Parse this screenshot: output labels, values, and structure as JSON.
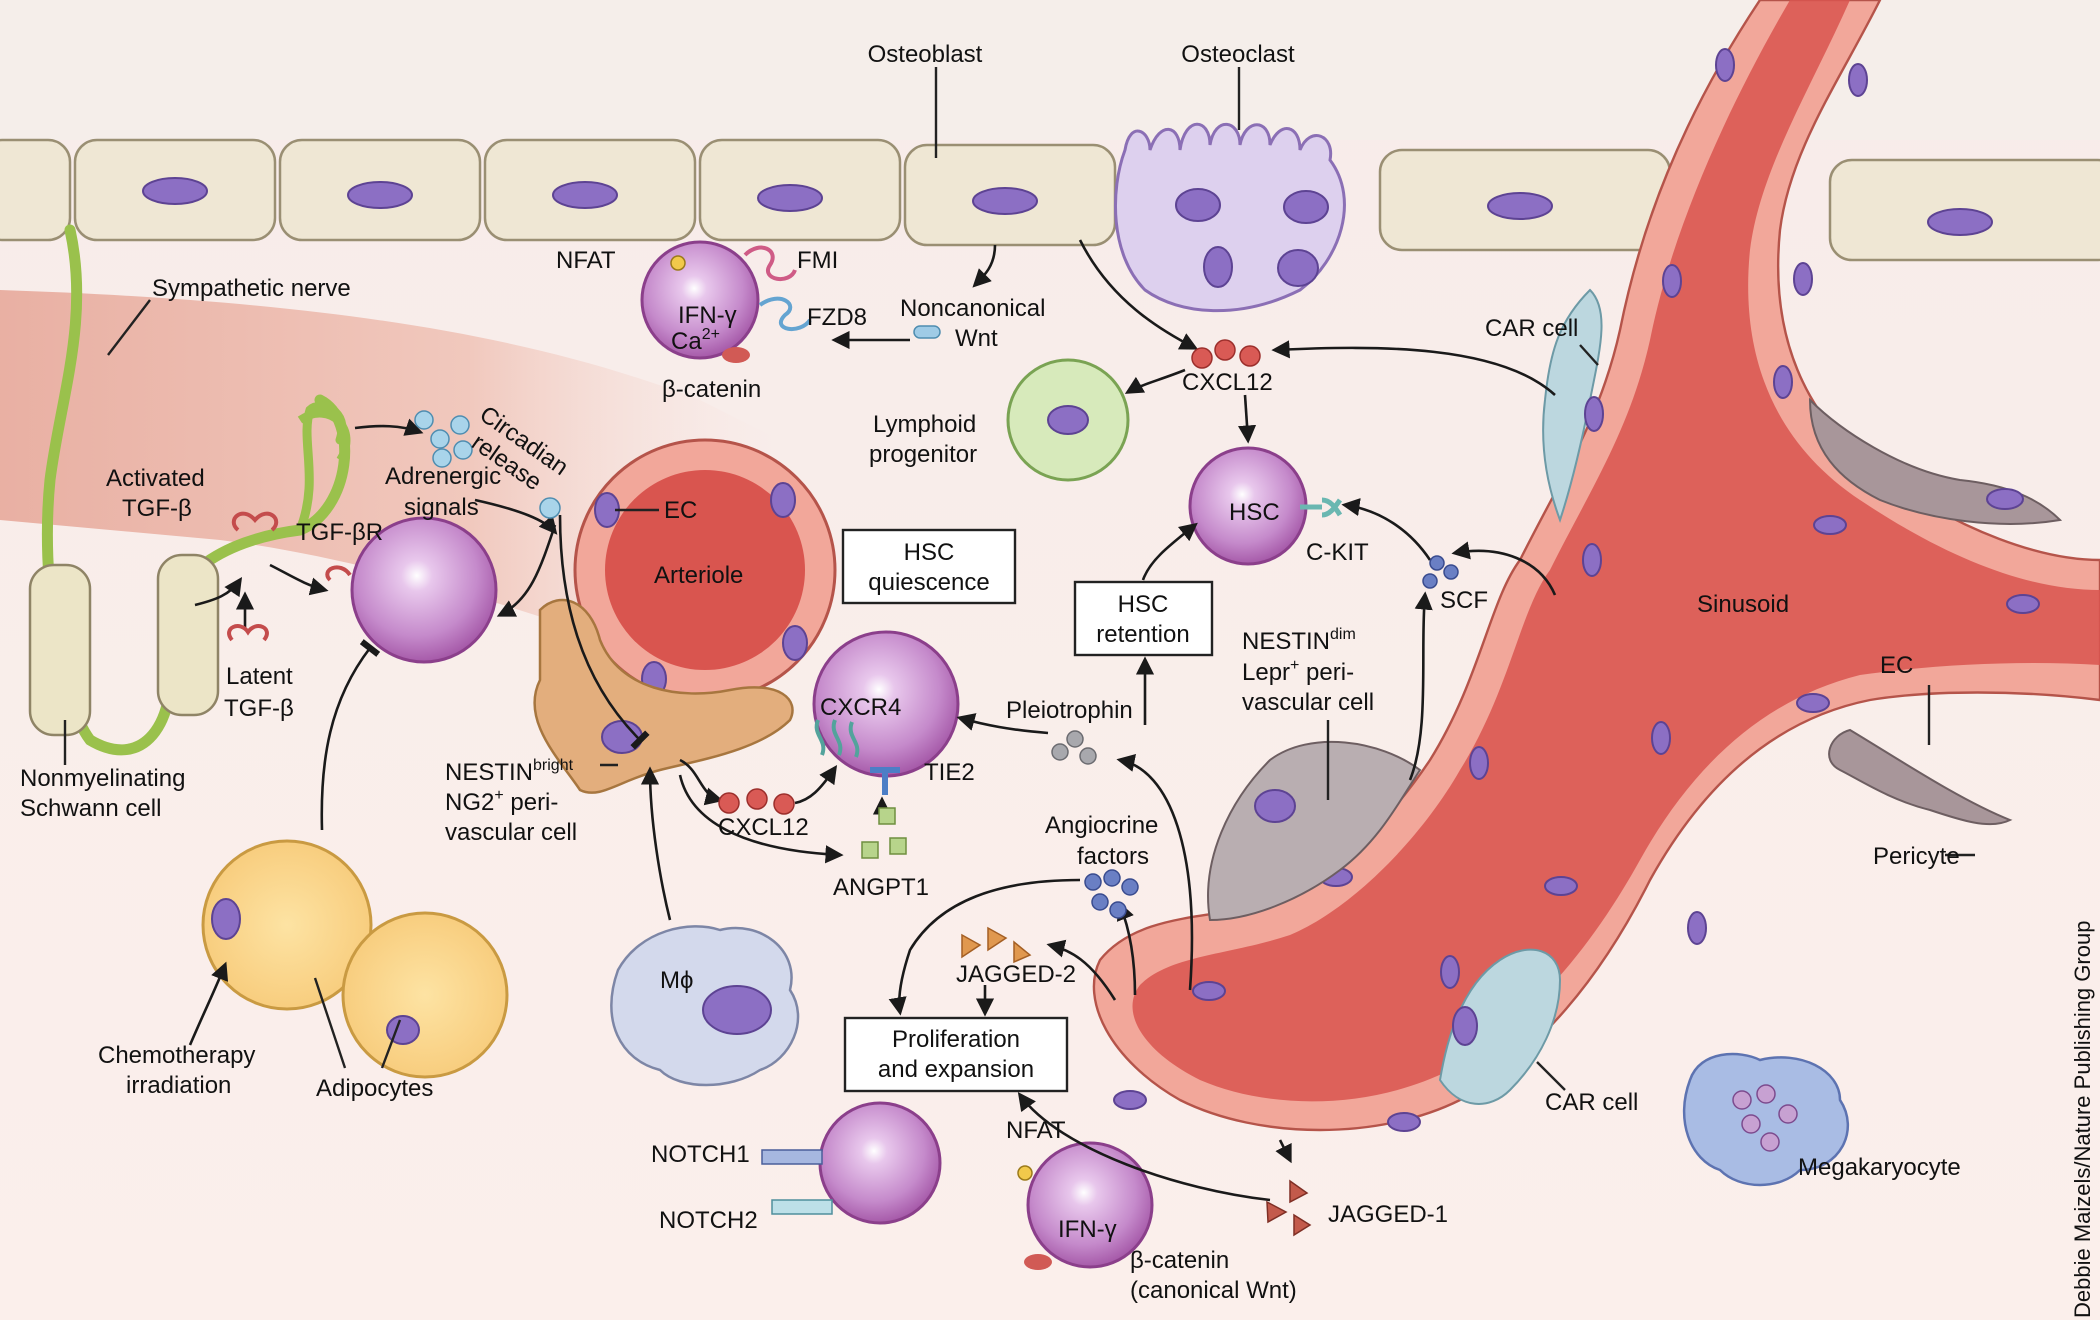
{
  "labels": {
    "osteoblast": "Osteoblast",
    "osteoclast": "Osteoclast",
    "sympathetic_nerve": "Sympathetic nerve",
    "nfat_top": "NFAT",
    "fmi": "FMI",
    "ifn_top": "IFN-γ",
    "fzd8": "FZD8",
    "ca": "Ca",
    "ca_sup": "2+",
    "bcat_top": "β-catenin",
    "noncanonical_wnt_1": "Noncanonical",
    "noncanonical_wnt_2": "Wnt",
    "car_top": "CAR cell",
    "cxcl12_top": "CXCL12",
    "lymphoid_1": "Lymphoid",
    "lymphoid_2": "progenitor",
    "activated_tgf_1": "Activated",
    "activated_tgf_2": "TGF-β",
    "circadian_1": "Circadian",
    "circadian_2": "release",
    "adrenergic_1": "Adrenergic",
    "adrenergic_2": "signals",
    "tgfbr": "TGF-βR",
    "ec_top": "EC",
    "arteriole": "Arteriole",
    "hsc_quiescence_1": "HSC",
    "hsc_quiescence_2": "quiescence",
    "hsc": "HSC",
    "ckit": "C-KIT",
    "scf": "SCF",
    "hsc_retention_1": "HSC",
    "hsc_retention_2": "retention",
    "sinusoid": "Sinusoid",
    "nestin_dim_1": "NESTIN",
    "nestin_dim_sup": "dim",
    "nestin_dim_2": "Lepr",
    "nestin_dim_2_sup": "+",
    "nestin_dim_2b": " peri-",
    "nestin_dim_3": "vascular cell",
    "ec_right": "EC",
    "latent_tgf_1": "Latent",
    "latent_tgf_2": "TGF-β",
    "cxcr4": "CXCR4",
    "pleiotrophin": "Pleiotrophin",
    "nestin_bright_1": "NESTIN",
    "nestin_bright_sup": "bright",
    "nestin_bright_2": "NG2",
    "nestin_bright_2_sup": "+",
    "nestin_bright_2b": " peri-",
    "nestin_bright_3": "vascular cell",
    "tie2": "TIE2",
    "cxcl12_mid": "CXCL12",
    "nonmyelinating_1": "Nonmyelinating",
    "nonmyelinating_2": "Schwann cell",
    "angiocrine_1": "Angiocrine",
    "angiocrine_2": "factors",
    "angpt1": "ANGPT1",
    "pericyte": "Pericyte",
    "mphi": "Mϕ",
    "jagged2": "JAGGED-2",
    "prolif_1": "Proliferation",
    "prolif_2": "and expansion",
    "chemo_1": "Chemotherapy",
    "chemo_2": "irradiation",
    "adipocytes": "Adipocytes",
    "car_bottom": "CAR cell",
    "nfat_bottom": "NFAT",
    "notch1": "NOTCH1",
    "notch2": "NOTCH2",
    "megakaryocyte": "Megakaryocyte",
    "jagged1": "JAGGED-1",
    "ifn_bottom": "IFN-γ",
    "bcat_bottom": "β-catenin",
    "canonical_wnt": "(canonical Wnt)",
    "credit": "Debbie Maizels/Nature Publishing Group"
  }
}
